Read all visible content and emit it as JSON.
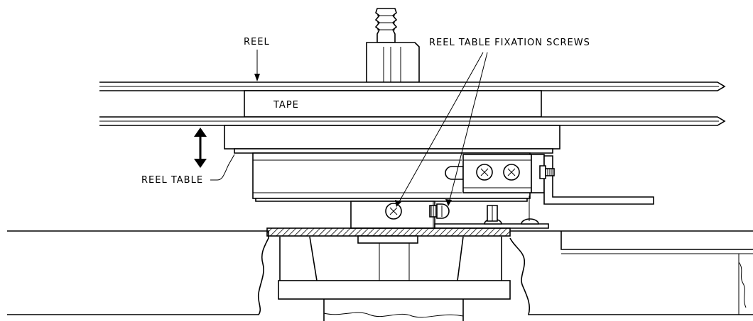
{
  "labels": {
    "reel": "REEL",
    "tape": "TAPE",
    "reel_table": "REEL TABLE",
    "fixation_screws": "REEL TABLE FIXATION SCREWS"
  },
  "colors": {
    "line": "#000000",
    "background": "#ffffff"
  },
  "icons": {
    "adjust_arrow": "double-arrow-vertical",
    "screw_head": "phillips-screw-head"
  }
}
